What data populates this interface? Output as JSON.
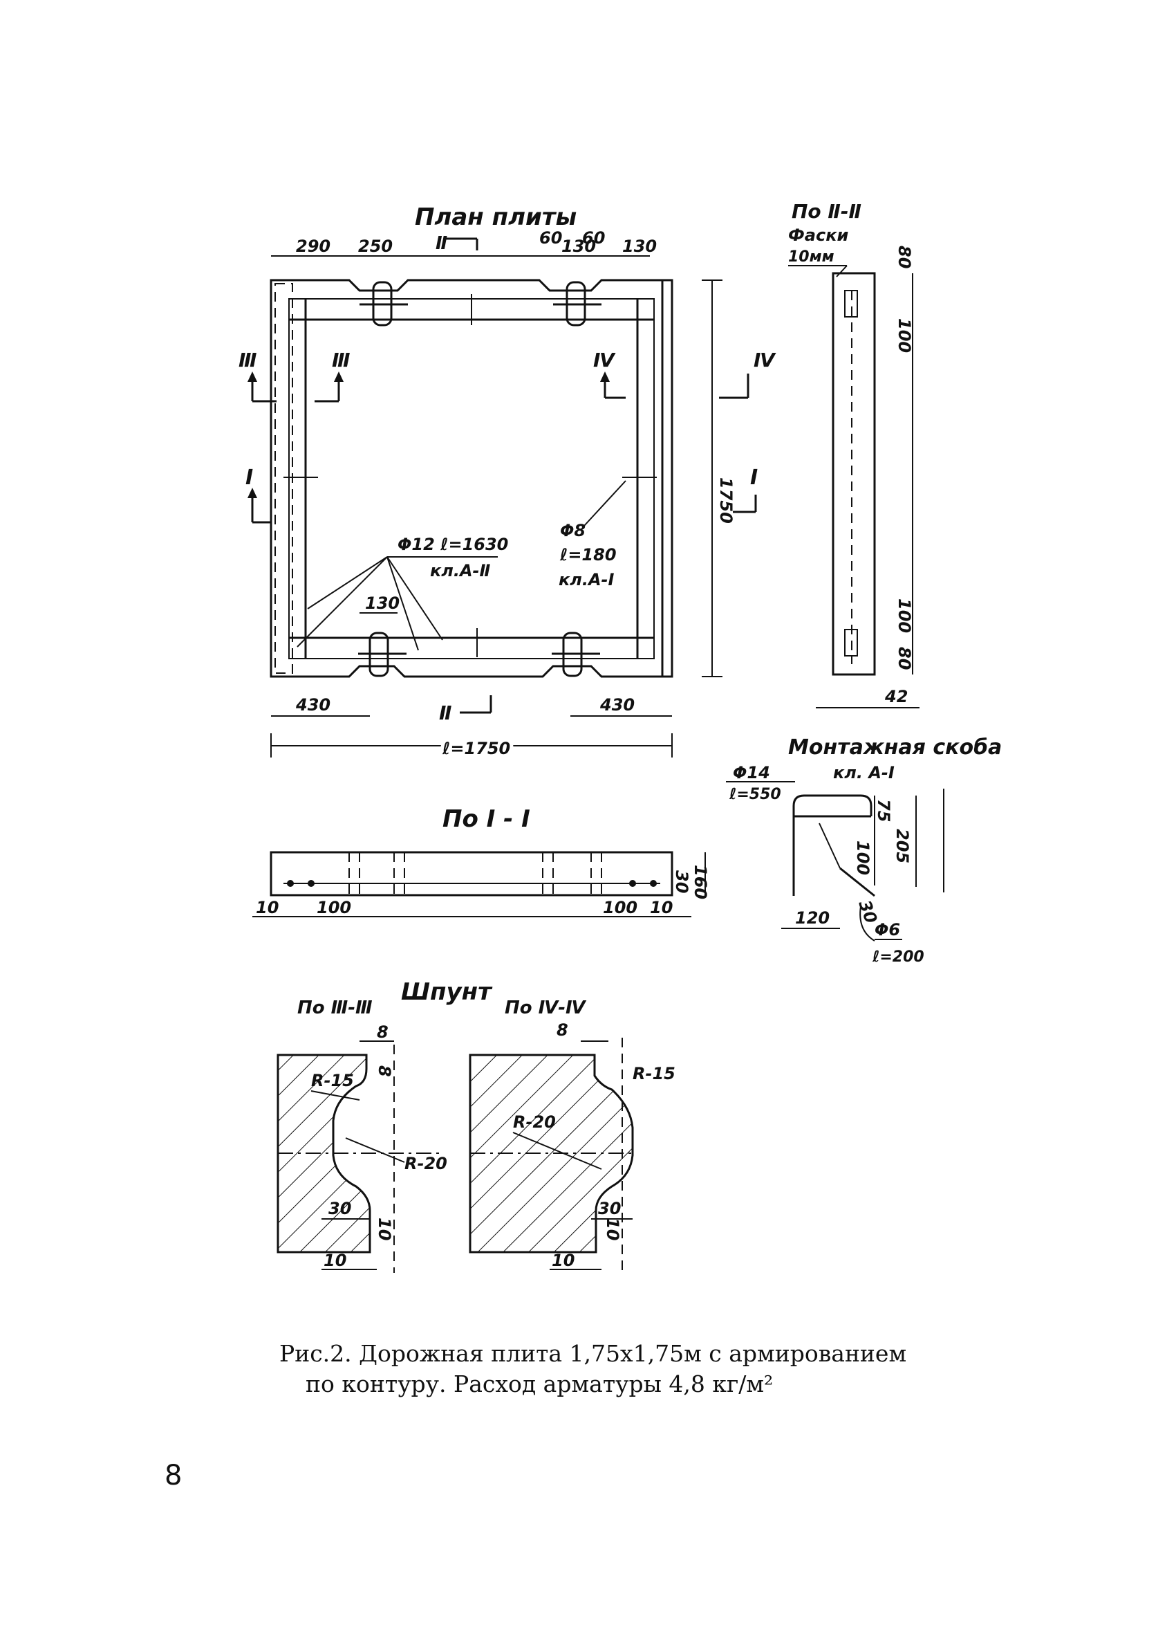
{
  "plan": {
    "title": "План плиты",
    "dims_top": [
      "290",
      "250",
      "60",
      "130",
      "60",
      "130"
    ],
    "dim_height": "1750",
    "dim_bottom_left": "430",
    "dim_bottom_right": "430",
    "dim_length": "ℓ=1750",
    "dim_loop": "130",
    "rebar_main": [
      "Φ12 ℓ=1630",
      "кл.А-Ⅱ"
    ],
    "rebar_secondary": [
      "Φ8",
      "ℓ=180",
      "кл.А-Ⅰ"
    ],
    "section_marks": {
      "I": "I",
      "II": "Ⅱ",
      "III": "Ⅲ",
      "IV": "Ⅳ"
    }
  },
  "section_II": {
    "title": "По Ⅱ-Ⅱ",
    "chamfer": [
      "Фаски",
      "10мм"
    ],
    "dims": [
      "80",
      "100",
      "100",
      "80",
      "42"
    ]
  },
  "section_I": {
    "title": "По I - I",
    "dims": [
      "10",
      "100",
      "100",
      "10",
      "30",
      "160"
    ]
  },
  "bracket": {
    "title": "Монтажная скоба",
    "class": "кл. А-Ⅰ",
    "rebar_top": [
      "Φ14",
      "ℓ=550"
    ],
    "dims": [
      "75",
      "100",
      "205",
      "120",
      "30"
    ],
    "rebar_bottom": [
      "Φ6",
      "ℓ=200"
    ]
  },
  "tongue": {
    "title": "Шпунт",
    "left_title": "По Ⅲ-Ⅲ",
    "right_title": "По Ⅳ-Ⅳ",
    "left_dims": [
      "8",
      "8",
      "R-15",
      "R-20",
      "30",
      "10",
      "10"
    ],
    "right_dims": [
      "8",
      "R-15",
      "R-20",
      "30",
      "10",
      "10"
    ]
  },
  "caption": {
    "line1": "Рис.2. Дорожная плита 1,75х1,75м с армированием",
    "line2": "по контуру. Расход  арматуры 4,8 кг/м²"
  },
  "page_number": "8"
}
